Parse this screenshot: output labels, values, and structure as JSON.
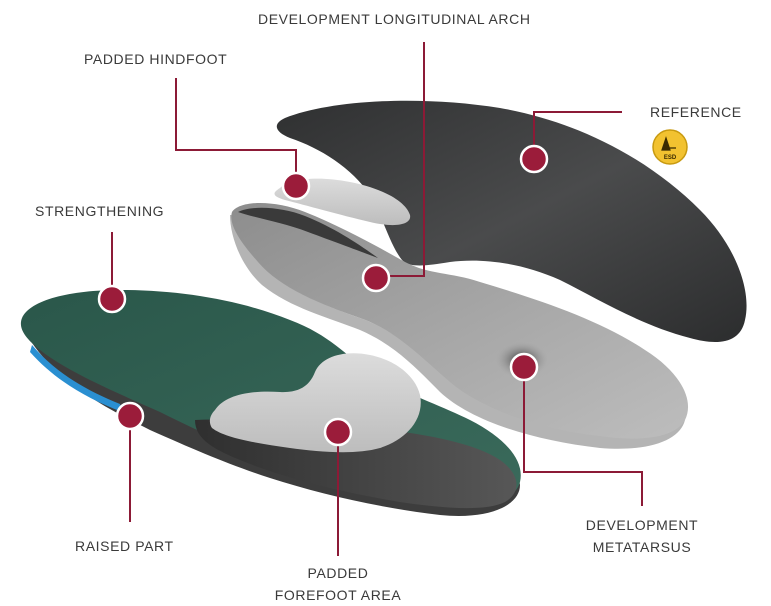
{
  "labels": {
    "development_longitudinal_arch": "DEVELOPMENT LONGITUDINAL ARCH",
    "padded_hindfoot": "PADDED HINDFOOT",
    "reference": "REFERENCE",
    "strengthening": "STRENGTHENING",
    "raised_part": "RAISED PART",
    "padded_forefoot_area": [
      "PADDED",
      "FOREFOOT AREA"
    ],
    "development_metatarsus": [
      "DEVELOPMENT",
      "METATARSUS"
    ]
  },
  "esd_badge": {
    "text": "ESD",
    "icon": "esd-hand-icon"
  },
  "colors": {
    "marker": "#9b1c3a",
    "leader_line": "#8c1a36",
    "top_layer_dark": "#3a3b3c",
    "middle_layer_grey": "#9a9a9a",
    "bottom_layer_green": "#2f5a4d",
    "bottom_base": "#454545",
    "blue_stripe": "#2a8fd1",
    "pads": "#c9c9c9",
    "esd_yellow": "#f2c230"
  }
}
